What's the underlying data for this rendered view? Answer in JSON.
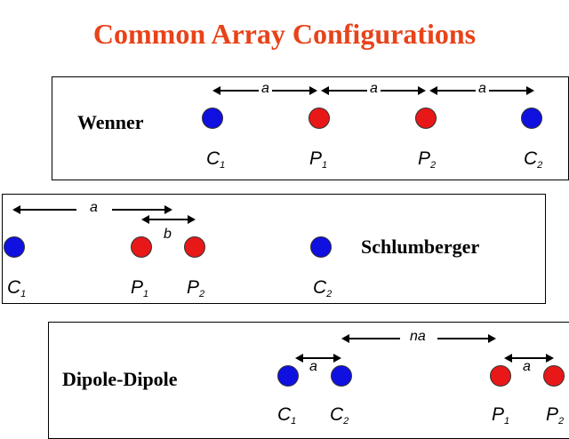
{
  "title": "Common Array Configurations",
  "wenner": {
    "name": "Wenner",
    "spacing_label": "a",
    "electrodes": [
      {
        "label": "C",
        "sub": "1",
        "color": "#1010e0"
      },
      {
        "label": "P",
        "sub": "1",
        "color": "#e81818"
      },
      {
        "label": "P",
        "sub": "2",
        "color": "#e81818"
      },
      {
        "label": "C",
        "sub": "2",
        "color": "#1010e0"
      }
    ]
  },
  "schlumberger": {
    "name": "Schlumberger",
    "outer_label": "a",
    "inner_label": "b",
    "electrodes": [
      {
        "label": "C",
        "sub": "1",
        "color": "#1010e0"
      },
      {
        "label": "P",
        "sub": "1",
        "color": "#e81818"
      },
      {
        "label": "P",
        "sub": "2",
        "color": "#e81818"
      },
      {
        "label": "C",
        "sub": "2",
        "color": "#1010e0"
      }
    ]
  },
  "dipole": {
    "name": "Dipole-Dipole",
    "dipole_label": "a",
    "separation_label": "na",
    "electrodes": [
      {
        "label": "C",
        "sub": "1",
        "color": "#1010e0"
      },
      {
        "label": "C",
        "sub": "2",
        "color": "#1010e0"
      },
      {
        "label": "P",
        "sub": "1",
        "color": "#e81818"
      },
      {
        "label": "P",
        "sub": "2",
        "color": "#e81818"
      }
    ]
  }
}
